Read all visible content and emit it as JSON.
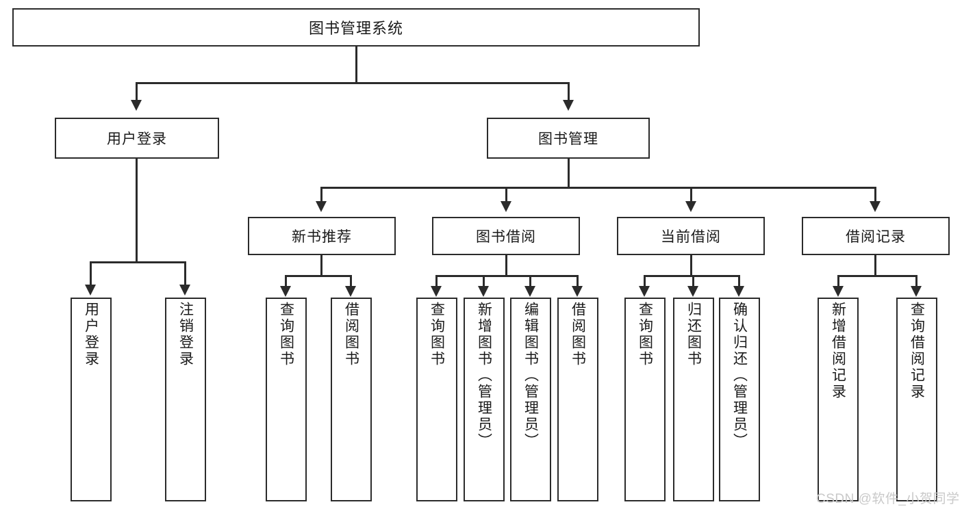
{
  "diagram": {
    "type": "tree-hierarchy-chart",
    "title": "图书管理系统",
    "watermark": "CSDN @软件_小贺同学",
    "colors": {
      "stroke": "#2b2b2b",
      "fill": "#ffffff",
      "text": "#1a1a1a",
      "watermark": "#c9c9c9"
    },
    "levels": {
      "root": {
        "label": "图书管理系统"
      },
      "level2": [
        {
          "label": "用户登录"
        },
        {
          "label": "图书管理"
        }
      ],
      "level3": [
        {
          "label": "新书推荐"
        },
        {
          "label": "图书借阅"
        },
        {
          "label": "当前借阅"
        },
        {
          "label": "借阅记录"
        }
      ],
      "leaves": {
        "user_login": [
          {
            "label": "用户登录"
          },
          {
            "label": "注销登录"
          }
        ],
        "new_book_recommend": [
          {
            "label": "查询图书"
          },
          {
            "label": "借阅图书"
          }
        ],
        "book_borrow": [
          {
            "label": "查询图书"
          },
          {
            "label": "新增图书（管理员）"
          },
          {
            "label": "编辑图书（管理员）"
          },
          {
            "label": "借阅图书"
          }
        ],
        "current_borrow": [
          {
            "label": "查询图书"
          },
          {
            "label": "归还图书"
          },
          {
            "label": "确认归还（管理员）"
          }
        ],
        "borrow_record": [
          {
            "label": "新增借阅记录"
          },
          {
            "label": "查询借阅记录"
          }
        ]
      }
    }
  }
}
